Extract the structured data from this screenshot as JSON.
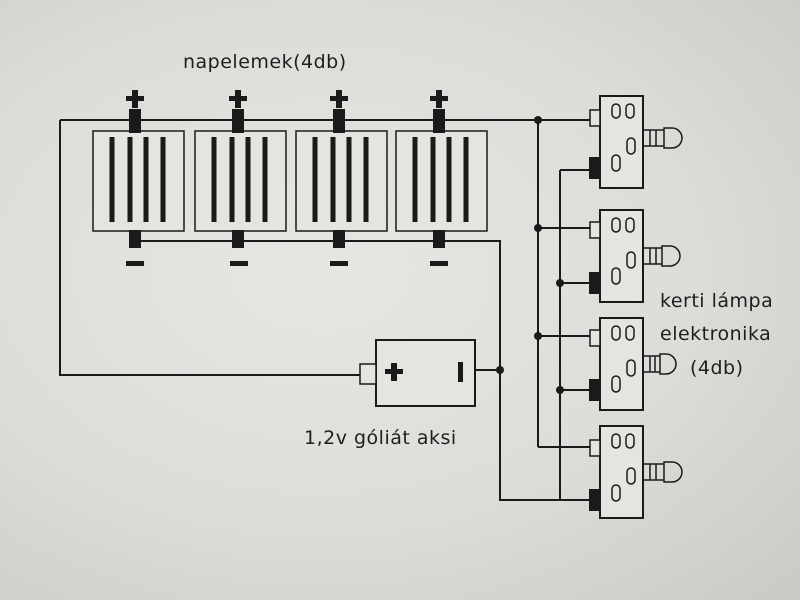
{
  "labels": {
    "solar_panels": "napelemek(4db)",
    "battery": "1,2v góliát aksi",
    "lamp_line1": "kerti lámpa",
    "lamp_line2": "elektronika",
    "lamp_line3": "(4db)"
  },
  "symbols": {
    "plus": "+",
    "minus": "−",
    "battery_minus": "I"
  },
  "components": {
    "solar_panel_count": 4,
    "lamp_module_count": 4
  },
  "colors": {
    "background": "#dcdcd9",
    "ink": "#1a1a1a",
    "panel_fill": "#e4e4e1"
  }
}
